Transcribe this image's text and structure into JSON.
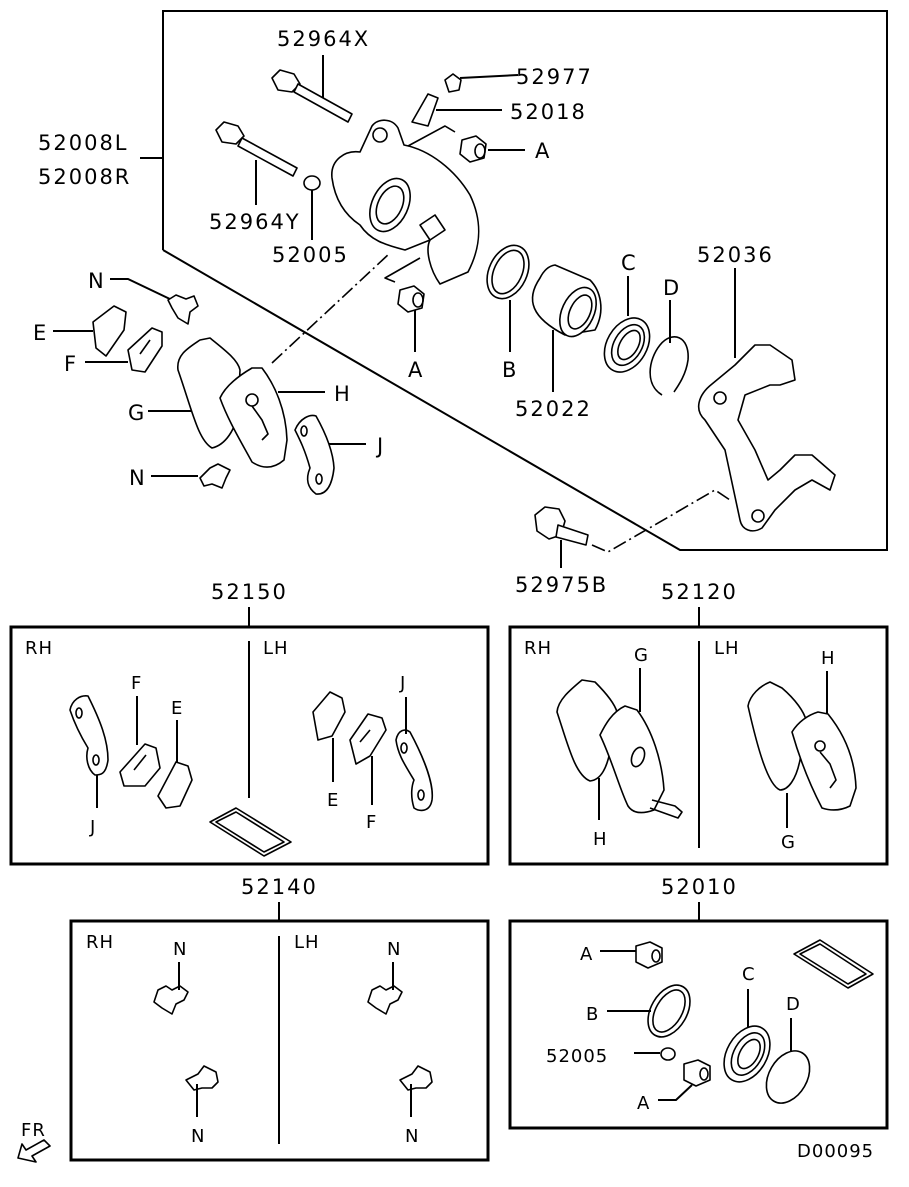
{
  "diagram": {
    "title": "Rear brake caliper assembly exploded view",
    "drawing_code": "D00095",
    "direction_indicator": "FR",
    "main_assembly": {
      "labels": {
        "caliper_l": "52008L",
        "caliper_r": "52008R",
        "guide_pin_x": "52964X",
        "guide_pin_y": "52964Y",
        "bushing": "52005",
        "bleeder_cap": "52977",
        "bleeder_screw": "52018",
        "boot_a_top": "A",
        "boot_a_bottom": "A",
        "seal_b": "B",
        "piston": "52022",
        "boot_c": "C",
        "ring_d": "D",
        "support": "52036",
        "bolt": "52975B",
        "clip_n_top": "N",
        "clip_n_bottom": "N",
        "shim_e": "E",
        "shim_f": "F",
        "pad_g": "G",
        "pad_h": "H",
        "clip_j": "J"
      }
    },
    "kits": [
      {
        "part_no": "52150",
        "left_label": "RH",
        "right_label": "LH",
        "rh_items": [
          "J",
          "F",
          "E"
        ],
        "lh_items": [
          "E",
          "F",
          "J"
        ]
      },
      {
        "part_no": "52120",
        "left_label": "RH",
        "right_label": "LH",
        "rh_items": [
          "G",
          "H"
        ],
        "lh_items": [
          "H",
          "G"
        ]
      },
      {
        "part_no": "52140",
        "left_label": "RH",
        "right_label": "LH",
        "rh_items": [
          "N",
          "N"
        ],
        "lh_items": [
          "N",
          "N"
        ]
      },
      {
        "part_no": "52010",
        "items": [
          "A",
          "B",
          "52005",
          "A",
          "C",
          "D"
        ]
      }
    ]
  }
}
